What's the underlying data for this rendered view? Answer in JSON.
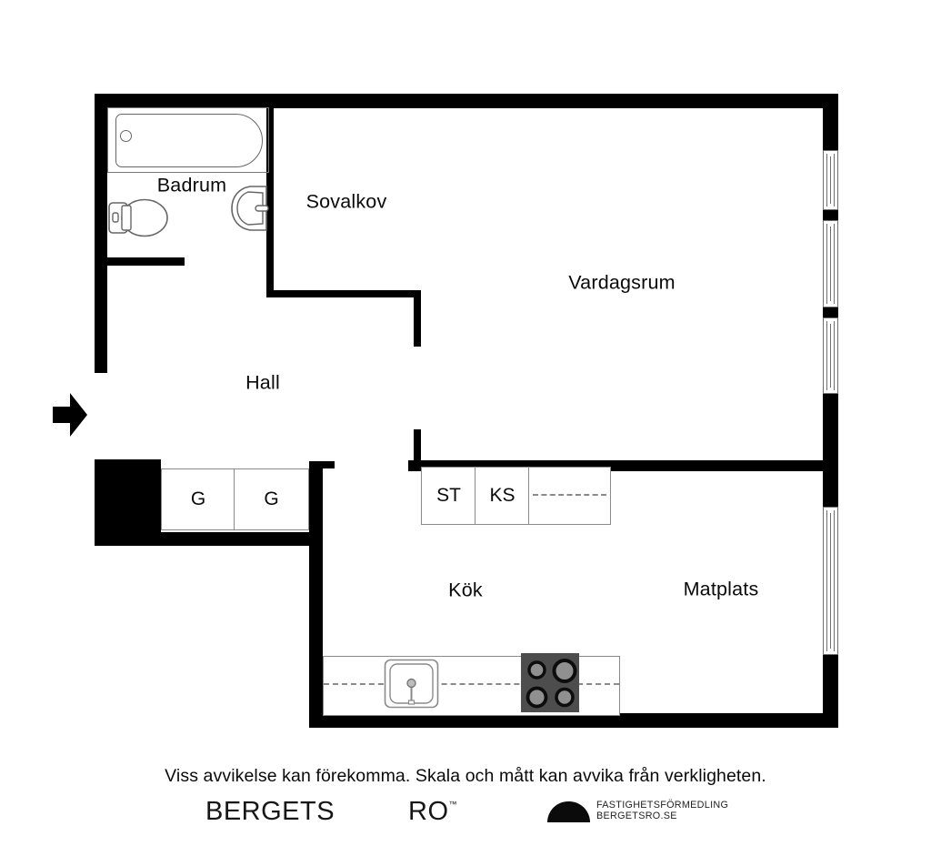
{
  "plan": {
    "rooms": {
      "badrum": {
        "label": "Badrum"
      },
      "sovalkov": {
        "label": "Sovalkov"
      },
      "vardagsrum": {
        "label": "Vardagsrum"
      },
      "hall": {
        "label": "Hall"
      },
      "kok": {
        "label": "Kök"
      },
      "matplats": {
        "label": "Matplats"
      }
    },
    "storage": {
      "g1": {
        "label": "G"
      },
      "g2": {
        "label": "G"
      },
      "st": {
        "label": "ST"
      },
      "ks": {
        "label": "KS"
      }
    },
    "icons": [
      "entrance-arrow-icon",
      "bathtub-icon",
      "toilet-icon",
      "washbasin-icon",
      "kitchen-sink-icon",
      "stove-icon",
      "window-symbol"
    ],
    "colors": {
      "wall": "#000000",
      "fixture_line": "#666666",
      "cabinet_line": "#8a8a8a",
      "stove_fill": "#4d4d4d",
      "burner_ring": "#0d0d0d",
      "burner_fill": "#909090",
      "text": "#0a0a0a"
    }
  },
  "footer": {
    "disclaimer": "Viss avvikelse kan förekomma. Skala och mått kan avvika från verkligheten.",
    "brand_primary": "BERGETS",
    "brand_secondary": "RO",
    "trademark": "™",
    "agency_line1": "FASTIGHETSFÖRMEDLING",
    "agency_line2": "BERGETSRO.SE"
  }
}
